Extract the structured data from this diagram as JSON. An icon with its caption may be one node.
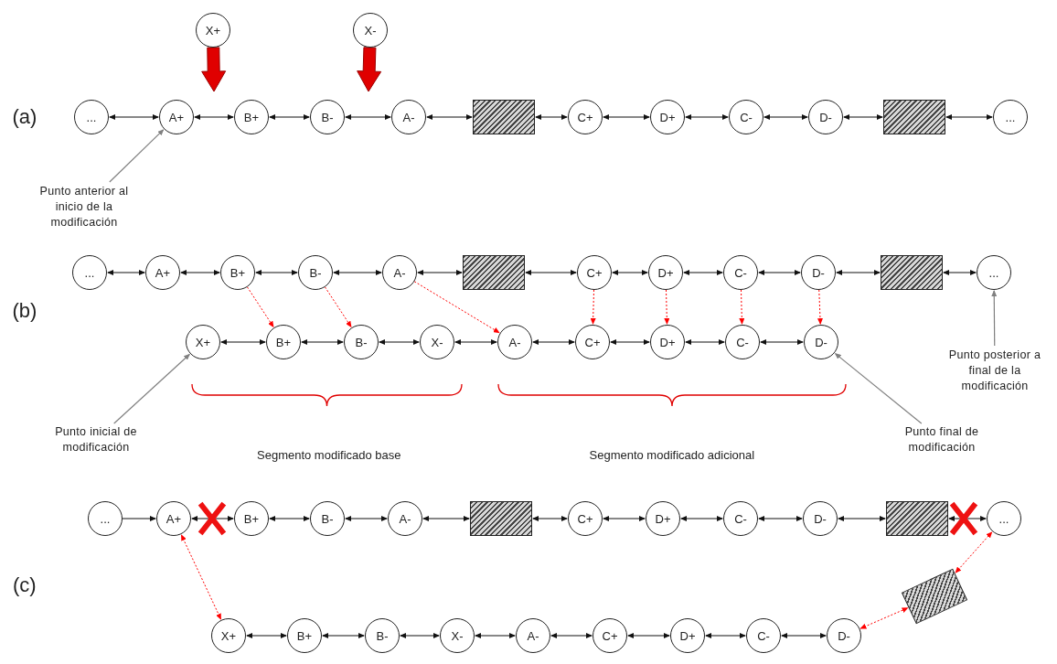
{
  "diagram": {
    "nodes": [
      {
        "text": [
          "X+"
        ]
      },
      {
        "text": [
          "X-"
        ]
      },
      {
        "text": [
          "..."
        ]
      },
      {
        "text": [
          "A+"
        ]
      },
      {
        "text": [
          "B+"
        ]
      },
      {
        "text": [
          "B-"
        ]
      },
      {
        "text": [
          "A-"
        ]
      },
      {
        "text": [],
        "shape": "box"
      },
      {
        "text": [
          "C+"
        ]
      },
      {
        "text": [
          "D+"
        ]
      },
      {
        "text": [
          "C-"
        ]
      },
      {
        "text": [
          "D-"
        ]
      },
      {
        "text": [],
        "shape": "box"
      },
      {
        "text": [
          "..."
        ]
      },
      {
        "text": [
          "Punto anterior al inicio de la modificación"
        ]
      },
      {
        "text": [
          "..."
        ]
      },
      {
        "text": [
          "A+"
        ]
      },
      {
        "text": [
          "B+"
        ]
      },
      {
        "text": [
          "B-"
        ]
      },
      {
        "text": [
          "A-"
        ]
      },
      {
        "text": [],
        "shape": "box"
      },
      {
        "text": [
          "C+"
        ]
      },
      {
        "text": [
          "D+"
        ]
      },
      {
        "text": [
          "C-"
        ]
      },
      {
        "text": [
          "D-"
        ]
      },
      {
        "text": [],
        "shape": "box"
      },
      {
        "text": [
          "..."
        ]
      },
      {
        "text": [
          "Punto posterior a final de la modificación"
        ]
      },
      {
        "text": [
          "X+"
        ]
      },
      {
        "text": [
          "B+"
        ]
      },
      {
        "text": [
          "B-"
        ]
      },
      {
        "text": [
          "X-"
        ]
      },
      {
        "text": [
          "A-"
        ]
      },
      {
        "text": [
          "C+"
        ]
      },
      {
        "text": [
          "D+"
        ]
      },
      {
        "text": [
          "C-"
        ]
      },
      {
        "text": [
          "D-"
        ]
      },
      {
        "text": [
          "Punto inicial de modificación"
        ]
      },
      {
        "text": [
          "Punto final de modificación"
        ]
      },
      {
        "text": [
          "..."
        ]
      },
      {
        "text": [
          "A+"
        ]
      },
      {
        "text": [
          "B+"
        ]
      },
      {
        "text": [
          "B-"
        ]
      },
      {
        "text": [
          "A-"
        ]
      },
      {
        "text": [],
        "shape": "box"
      },
      {
        "text": [
          "C+"
        ]
      },
      {
        "text": [
          "D+"
        ]
      },
      {
        "text": [
          "C-"
        ]
      },
      {
        "text": [
          "D-"
        ]
      },
      {
        "text": [],
        "shape": "box"
      },
      {
        "text": [
          "..."
        ]
      },
      {
        "text": [
          "X+"
        ]
      },
      {
        "text": [
          "B+"
        ]
      },
      {
        "text": [
          "B-"
        ]
      },
      {
        "text": [
          "X-"
        ]
      },
      {
        "text": [
          "A-"
        ]
      },
      {
        "text": [
          "C+"
        ]
      },
      {
        "text": [
          "D+"
        ]
      },
      {
        "text": [
          "C-"
        ]
      },
      {
        "text": [
          "D-"
        ]
      },
      {
        "text": [],
        "shape": "box"
      }
    ],
    "edges": [
      {
        "from": 0,
        "to": null,
        "arrow": "to",
        "style": "thick",
        "color": "#e00000"
      },
      {
        "from": 1,
        "to": null,
        "arrow": "to",
        "style": "thick",
        "color": "#e00000"
      },
      {
        "from": 2,
        "to": 3,
        "arrow": "both"
      },
      {
        "from": 3,
        "to": 4,
        "arrow": "both"
      },
      {
        "from": 4,
        "to": 5,
        "arrow": "both"
      },
      {
        "from": 5,
        "to": 6,
        "arrow": "both"
      },
      {
        "from": 6,
        "to": 7,
        "arrow": "both"
      },
      {
        "from": 7,
        "to": 8,
        "arrow": "both"
      },
      {
        "from": 8,
        "to": 9,
        "arrow": "both"
      },
      {
        "from": 9,
        "to": 10,
        "arrow": "both"
      },
      {
        "from": 10,
        "to": 11,
        "arrow": "both"
      },
      {
        "from": 11,
        "to": 12,
        "arrow": "both"
      },
      {
        "from": 12,
        "to": 13,
        "arrow": "both"
      },
      {
        "from": 14,
        "to": 3,
        "arrow": "to",
        "color": "#808080"
      },
      {
        "from": 15,
        "to": 16,
        "arrow": "both"
      },
      {
        "from": 16,
        "to": 17,
        "arrow": "both"
      },
      {
        "from": 17,
        "to": 18,
        "arrow": "both"
      },
      {
        "from": 18,
        "to": 19,
        "arrow": "both"
      },
      {
        "from": 19,
        "to": 20,
        "arrow": "both"
      },
      {
        "from": 20,
        "to": 21,
        "arrow": "both"
      },
      {
        "from": 21,
        "to": 22,
        "arrow": "both"
      },
      {
        "from": 22,
        "to": 23,
        "arrow": "both"
      },
      {
        "from": 23,
        "to": 24,
        "arrow": "both"
      },
      {
        "from": 24,
        "to": 25,
        "arrow": "both"
      },
      {
        "from": 25,
        "to": 26,
        "arrow": "both"
      },
      {
        "from": 27,
        "to": 26,
        "arrow": "to",
        "color": "#808080"
      },
      {
        "from": 28,
        "to": 29,
        "arrow": "both"
      },
      {
        "from": 29,
        "to": 30,
        "arrow": "both"
      },
      {
        "from": 30,
        "to": 31,
        "arrow": "both"
      },
      {
        "from": 31,
        "to": 32,
        "arrow": "both"
      },
      {
        "from": 32,
        "to": 33,
        "arrow": "both"
      },
      {
        "from": 33,
        "to": 34,
        "arrow": "both"
      },
      {
        "from": 34,
        "to": 35,
        "arrow": "both"
      },
      {
        "from": 35,
        "to": 36,
        "arrow": "both"
      },
      {
        "from": 17,
        "to": 29,
        "arrow": "to",
        "style": "dashed",
        "color": "#ff0000"
      },
      {
        "from": 18,
        "to": 30,
        "arrow": "to",
        "style": "dashed",
        "color": "#ff0000"
      },
      {
        "from": 19,
        "to": 32,
        "arrow": "to",
        "style": "dashed",
        "color": "#ff0000"
      },
      {
        "from": 21,
        "to": 33,
        "arrow": "to",
        "style": "dashed",
        "color": "#ff0000"
      },
      {
        "from": 22,
        "to": 34,
        "arrow": "to",
        "style": "dashed",
        "color": "#ff0000"
      },
      {
        "from": 23,
        "to": 35,
        "arrow": "to",
        "style": "dashed",
        "color": "#ff0000"
      },
      {
        "from": 24,
        "to": 36,
        "arrow": "to",
        "style": "dashed",
        "color": "#ff0000"
      },
      {
        "from": 37,
        "to": 28,
        "arrow": "to",
        "color": "#808080"
      },
      {
        "from": 38,
        "to": 36,
        "arrow": "to",
        "color": "#808080"
      },
      {
        "from": 39,
        "to": 40,
        "arrow": "to"
      },
      {
        "from": 40,
        "to": 41,
        "arrow": "both"
      },
      {
        "from": 41,
        "to": 42,
        "arrow": "both"
      },
      {
        "from": 42,
        "to": 43,
        "arrow": "both"
      },
      {
        "from": 43,
        "to": 44,
        "arrow": "both"
      },
      {
        "from": 44,
        "to": 45,
        "arrow": "both"
      },
      {
        "from": 45,
        "to": 46,
        "arrow": "both"
      },
      {
        "from": 46,
        "to": 47,
        "arrow": "both"
      },
      {
        "from": 47,
        "to": 48,
        "arrow": "both"
      },
      {
        "from": 48,
        "to": 49,
        "arrow": "both"
      },
      {
        "from": 49,
        "to": 50,
        "arrow": "both"
      },
      {
        "from": 51,
        "to": 52,
        "arrow": "both"
      },
      {
        "from": 52,
        "to": 53,
        "arrow": "both"
      },
      {
        "from": 53,
        "to": 54,
        "arrow": "both"
      },
      {
        "from": 54,
        "to": 55,
        "arrow": "both"
      },
      {
        "from": 55,
        "to": 56,
        "arrow": "both"
      },
      {
        "from": 56,
        "to": 57,
        "arrow": "both"
      },
      {
        "from": 57,
        "to": 58,
        "arrow": "both"
      },
      {
        "from": 58,
        "to": 59,
        "arrow": "both"
      },
      {
        "from": 59,
        "to": 60,
        "arrow": "both",
        "style": "dashed",
        "color": "#ff0000"
      },
      {
        "from": 60,
        "to": 50,
        "arrow": "both",
        "style": "dashed",
        "color": "#ff0000"
      },
      {
        "from": 40,
        "to": 51,
        "arrow": "both",
        "style": "dashed",
        "color": "#ff0000"
      }
    ],
    "labels": [
      "(a)",
      "(b)",
      "Segmento modificado base",
      "Segmento modificado adicional",
      "(c)"
    ]
  }
}
